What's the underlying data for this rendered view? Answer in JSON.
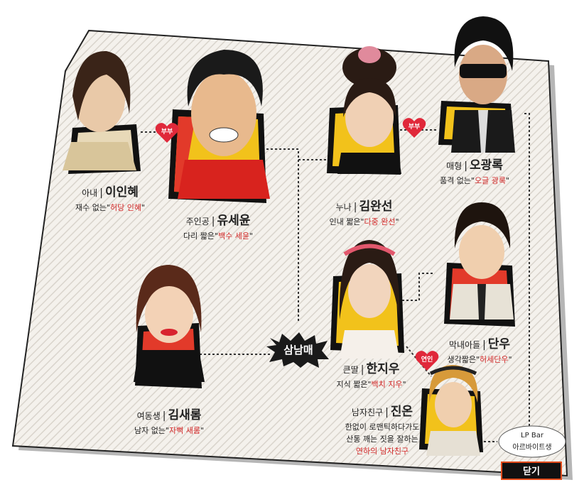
{
  "characters": {
    "inhye": {
      "role": "아내",
      "name": "이인혜",
      "desc_pre": "재수 없는\"",
      "nick": "허당 인혜",
      "desc_post": "\""
    },
    "seyun": {
      "role": "주인공",
      "name": "유세윤",
      "desc_pre": "다리 짧은\"",
      "nick": "백수 세윤",
      "desc_post": "\""
    },
    "wanseon": {
      "role": "누나",
      "name": "김완선",
      "desc_pre": "인내 짧은\"",
      "nick": "다중 완선",
      "desc_post": "\""
    },
    "gwangrok": {
      "role": "매형",
      "name": "오광록",
      "desc_pre": "품격 없는\"",
      "nick": "오글 광록",
      "desc_post": "\""
    },
    "danu": {
      "role": "막내아들",
      "name": "단우",
      "desc_pre": "생각짧은\"",
      "nick": "허세단우",
      "desc_post": "\""
    },
    "jiwoo": {
      "role": "큰딸",
      "name": "한지우",
      "desc_pre": "지식 짧은\"",
      "nick": "백치 지우",
      "desc_post": "\""
    },
    "saerom": {
      "role": "여동생",
      "name": "김새롬",
      "desc_pre": "남자 없는\"",
      "nick": "자뻑 새롬",
      "desc_post": "\""
    },
    "jinon": {
      "role": "남자친구",
      "name": "진온",
      "desc_line1": "한없이 로맨틱하다가도",
      "desc_line2": "산통 깨는 짓을 잘하는",
      "desc_nick": "연하의 남자친구"
    }
  },
  "badges": {
    "couple1": "부부",
    "couple2": "부부",
    "lovers": "연인",
    "siblings": "삼남매"
  },
  "lpbar": {
    "line1": "LP Bar",
    "line2": "아르바이트생"
  },
  "close_label": "닫기",
  "colors": {
    "accent_red": "#d32a2a",
    "card_yellow": "#f2c21b",
    "board": "#f2efe9",
    "close_border": "#e24a1a"
  }
}
